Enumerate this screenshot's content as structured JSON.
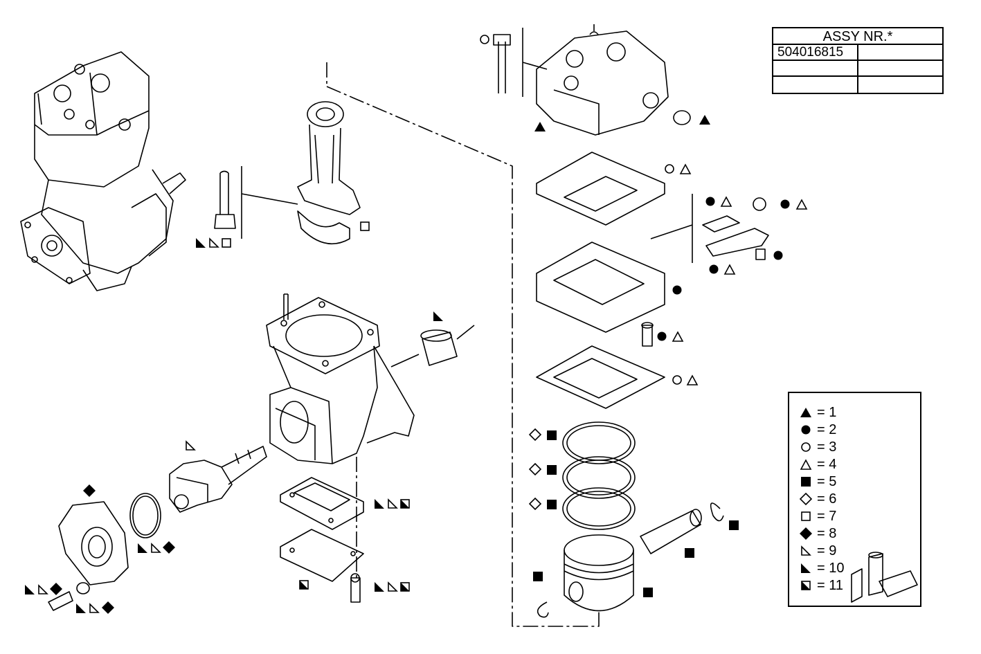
{
  "assy_table": {
    "header": "ASSY NR.*",
    "rows": [
      {
        "number": "504016815",
        "value": ""
      },
      {
        "number": "",
        "value": ""
      },
      {
        "number": "",
        "value": ""
      }
    ]
  },
  "legend": {
    "items": [
      {
        "symbol": "filled-triangle",
        "text": "= 1"
      },
      {
        "symbol": "filled-circle",
        "text": "= 2"
      },
      {
        "symbol": "open-circle",
        "text": "= 3"
      },
      {
        "symbol": "open-triangle",
        "text": "= 4"
      },
      {
        "symbol": "filled-square",
        "text": "= 5"
      },
      {
        "symbol": "open-diamond",
        "text": "= 6"
      },
      {
        "symbol": "open-square",
        "text": "= 7"
      },
      {
        "symbol": "filled-diamond",
        "text": "= 8"
      },
      {
        "symbol": "open-right-triangle",
        "text": "= 9"
      },
      {
        "symbol": "filled-right-triangle",
        "text": "= 10"
      },
      {
        "symbol": "half-filled-square",
        "text": "= 11"
      }
    ]
  },
  "colors": {
    "line": "#000000",
    "background": "#ffffff"
  }
}
